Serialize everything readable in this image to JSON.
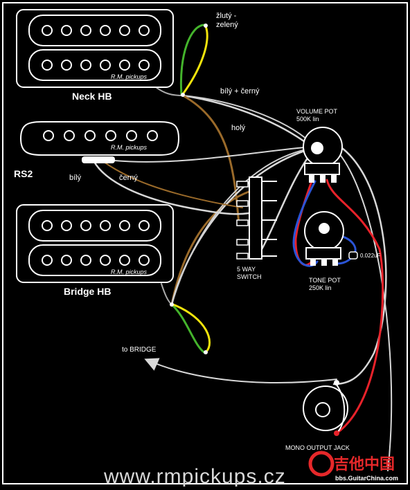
{
  "pickups": {
    "neck": {
      "label": "Neck HB",
      "logo": "R.M. pickups"
    },
    "middle": {
      "label": "RS2",
      "logo": "R.M. pickups",
      "hot_label": "bílý",
      "ground_label": "černý"
    },
    "bridge": {
      "label": "Bridge HB",
      "logo": "R.M. pickups"
    }
  },
  "wire_labels": {
    "green_yellow": "žlutý -\nzelený",
    "white_black": "bílý + černý",
    "bare": "holý"
  },
  "components": {
    "volume_pot": "VOLUME POT\n500K lin",
    "tone_pot": "TONE POT\n250K lin",
    "capacitor": "0.022uF",
    "switch": "5 WAY\nSWITCH",
    "jack": "MONO OUTPUT JACK",
    "ground": "to BRIDGE"
  },
  "footer": {
    "website": "www.rmpickups.cz",
    "watermark_main": "吉他中国",
    "watermark_sub": "bbs.GuitarChina.com"
  },
  "colors": {
    "white_wire": "#d8d8d8",
    "brown_wire": "#9a6a2a",
    "red_wire": "#e8222a",
    "blue_wire": "#2a54d6",
    "green_wire": "#44b42c",
    "yellow_wire": "#f2e40c",
    "pickup_body": "#000000",
    "watermark": "#e6282a"
  }
}
